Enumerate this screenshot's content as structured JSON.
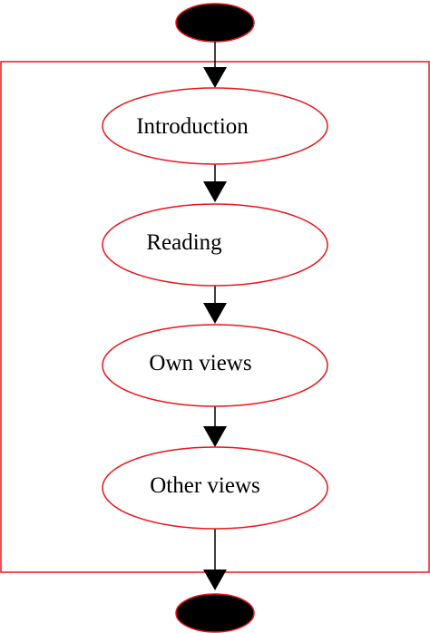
{
  "diagram": {
    "colors": {
      "stroke": "#e8161b",
      "terminal_fill": "#000000",
      "node_fill": "#ffffff",
      "edge": "#000000"
    },
    "nodes": [
      {
        "id": "introduction",
        "label": "Introduction"
      },
      {
        "id": "reading",
        "label": "Reading"
      },
      {
        "id": "own-views",
        "label": "Own views"
      },
      {
        "id": "other-views",
        "label": "Other views"
      }
    ]
  }
}
